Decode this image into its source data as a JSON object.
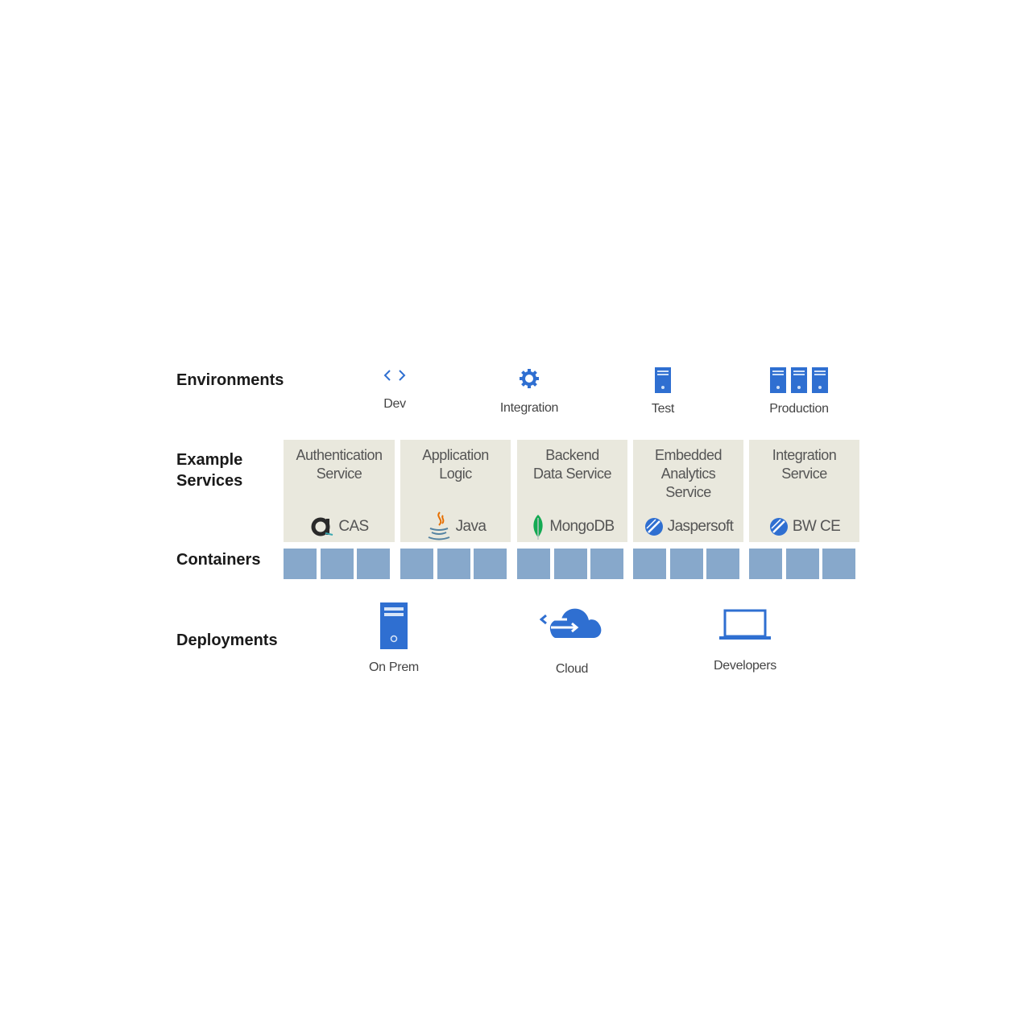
{
  "rows": {
    "environments": "Environments",
    "services": "Example\nServices",
    "containers": "Containers",
    "deployments": "Deployments"
  },
  "environments": [
    {
      "label": "Dev",
      "icon": "code-icon"
    },
    {
      "label": "Integration",
      "icon": "gear-icon"
    },
    {
      "label": "Test",
      "icon": "server-icon"
    },
    {
      "label": "Production",
      "icon": "server-cluster-icon"
    }
  ],
  "services": [
    {
      "name": "Authentication\nService",
      "tech": "CAS",
      "icon": "cas-logo"
    },
    {
      "name": "Application\nLogic",
      "tech": "Java",
      "icon": "java-logo"
    },
    {
      "name": "Backend\nData Service",
      "tech": "MongoDB",
      "icon": "mongodb-logo"
    },
    {
      "name": "Embedded\nAnalytics\nService",
      "tech": "Jaspersoft",
      "icon": "jaspersoft-logo"
    },
    {
      "name": "Integration\nService",
      "tech": "BW CE",
      "icon": "tibco-logo"
    }
  ],
  "deployments": [
    {
      "label": "On Prem",
      "icon": "server-tower-icon"
    },
    {
      "label": "Cloud",
      "icon": "cloud-sync-icon"
    },
    {
      "label": "Developers",
      "icon": "laptop-icon"
    }
  ],
  "colors": {
    "accent_blue": "#2f6fd1",
    "service_bg": "#e9e8dd",
    "container_fill": "#87a8cb"
  }
}
